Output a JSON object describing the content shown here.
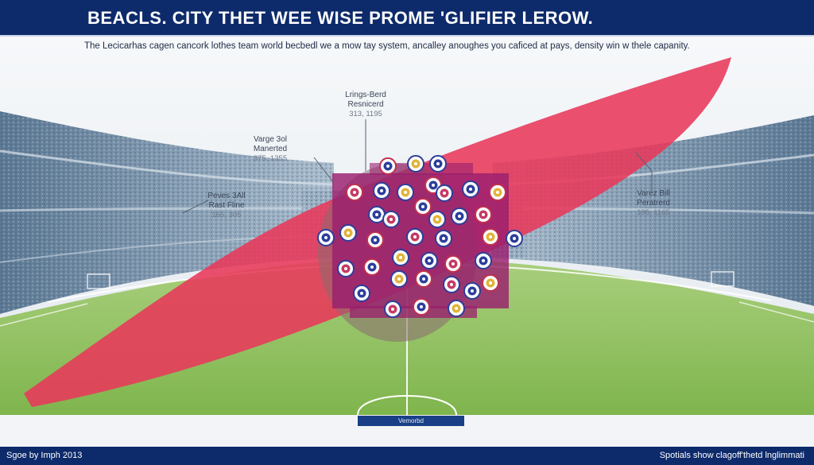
{
  "header": {
    "title": "BEACLS. CITY THET WEE WISE PROME 'GLIFIER LEROW.",
    "subtitle": "The Lecicarhas cagen cancork lothes team world becbedl we a mow tay system, ancalley anoughes you caficed at pays, density win w thele capanity."
  },
  "callouts": [
    {
      "line1": "Lrings-Berd",
      "line2": "Resnicerd",
      "line3": "313, 1195"
    },
    {
      "line1": "Varge 3ol",
      "line2": "Manerted",
      "line3": "375, 1355"
    },
    {
      "line1": "Peves 3All",
      "line2": "Rast Fline",
      "line3": "165, 305"
    },
    {
      "line1": "Varez Bill",
      "line2": "Peratrerd",
      "line3": "195, 1165"
    }
  ],
  "center_tag": "Vemorbd",
  "footer": {
    "left": "Sgoe by Imph 2013",
    "right": "Spotials show clagoff'thetd lnglimmati"
  },
  "colors": {
    "brand_navy": "#0d2a6b",
    "swoosh_red": "#e8385a",
    "density_purple": "#9a1f6e",
    "pitch_green": "#8cc25a",
    "badge_blue": "#2c3e9a"
  },
  "icons": [
    "club-badge-icon"
  ]
}
